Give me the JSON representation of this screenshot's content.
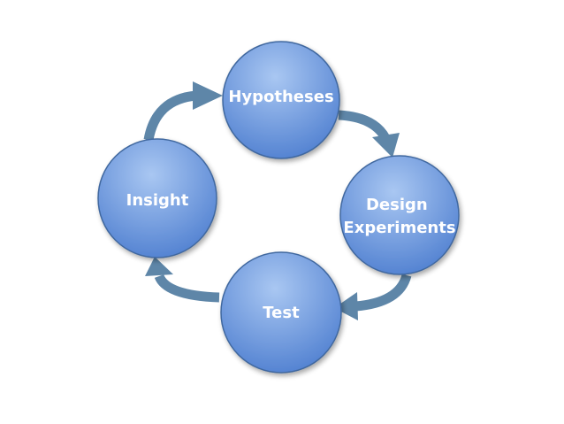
{
  "diagram": {
    "type": "cycle",
    "nodes": [
      {
        "id": "hypotheses",
        "lines": [
          "Hypotheses"
        ]
      },
      {
        "id": "design-experiments",
        "lines": [
          "Design",
          "Experiments"
        ]
      },
      {
        "id": "test",
        "lines": [
          "Test"
        ]
      },
      {
        "id": "insight",
        "lines": [
          "Insight"
        ]
      }
    ],
    "edges": [
      {
        "from": "hypotheses",
        "to": "design-experiments"
      },
      {
        "from": "design-experiments",
        "to": "test"
      },
      {
        "from": "test",
        "to": "insight"
      },
      {
        "from": "insight",
        "to": "hypotheses"
      }
    ],
    "colors": {
      "node_fill_top": "#a9c7f2",
      "node_fill_bottom": "#4f7fd0",
      "node_stroke": "#41689f",
      "arrow": "#5e86a8",
      "label": "#ffffff"
    }
  }
}
